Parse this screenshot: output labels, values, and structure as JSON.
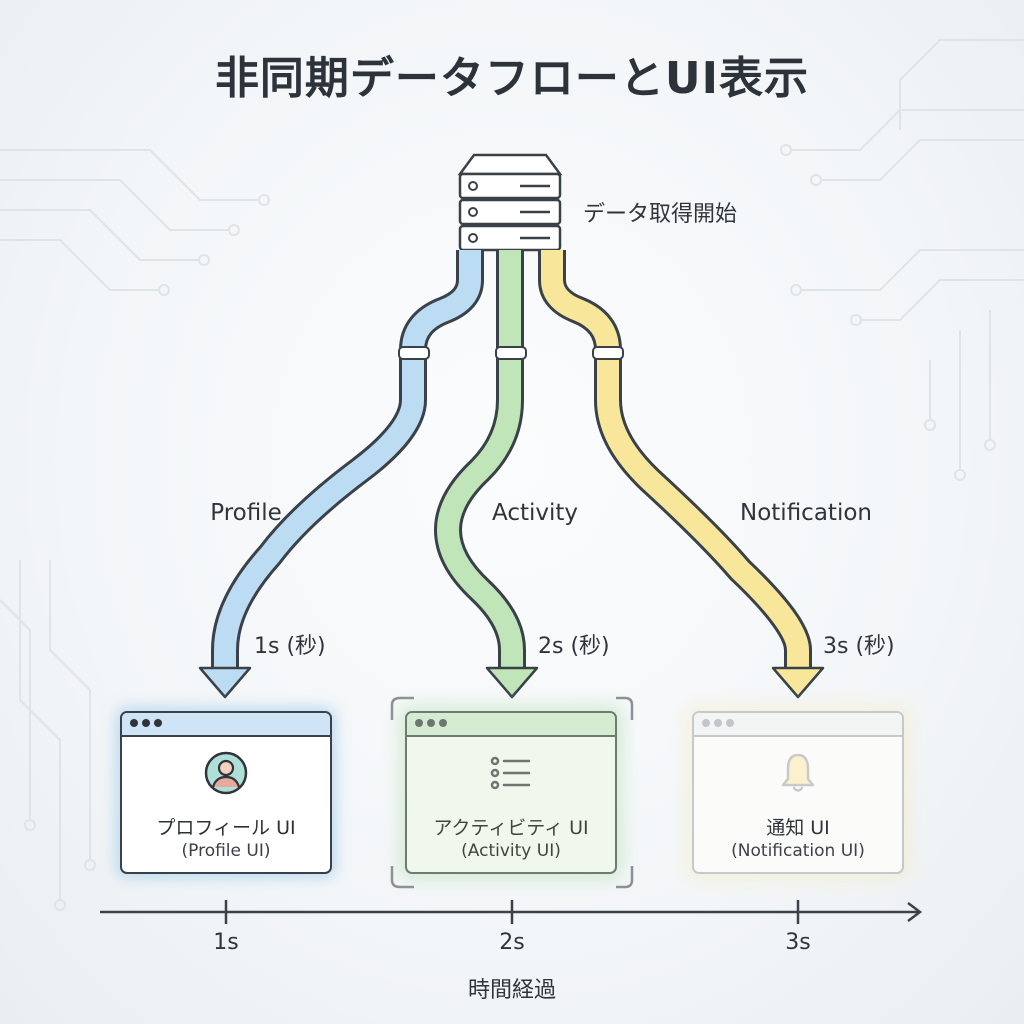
{
  "title": "非同期データフローとUI表示",
  "server": {
    "label": "データ取得開始"
  },
  "streams": [
    {
      "label": "Profile",
      "duration": "1s (秒)",
      "color": "#bcdcf4",
      "window": {
        "name": "プロフィール UI",
        "sub": "(Profile UI)",
        "icon": "user-avatar-icon"
      }
    },
    {
      "label": "Activity",
      "duration": "2s (秒)",
      "color": "#bfe5b9",
      "window": {
        "name": "アクティビティ UI",
        "sub": "(Activity UI)",
        "icon": "list-icon"
      }
    },
    {
      "label": "Notification",
      "duration": "3s (秒)",
      "color": "#f8e79b",
      "window": {
        "name": "通知 UI",
        "sub": "(Notification UI)",
        "icon": "bell-icon"
      }
    }
  ],
  "timeline": {
    "ticks": [
      "1s",
      "2s",
      "3s"
    ],
    "label": "時間経過"
  }
}
